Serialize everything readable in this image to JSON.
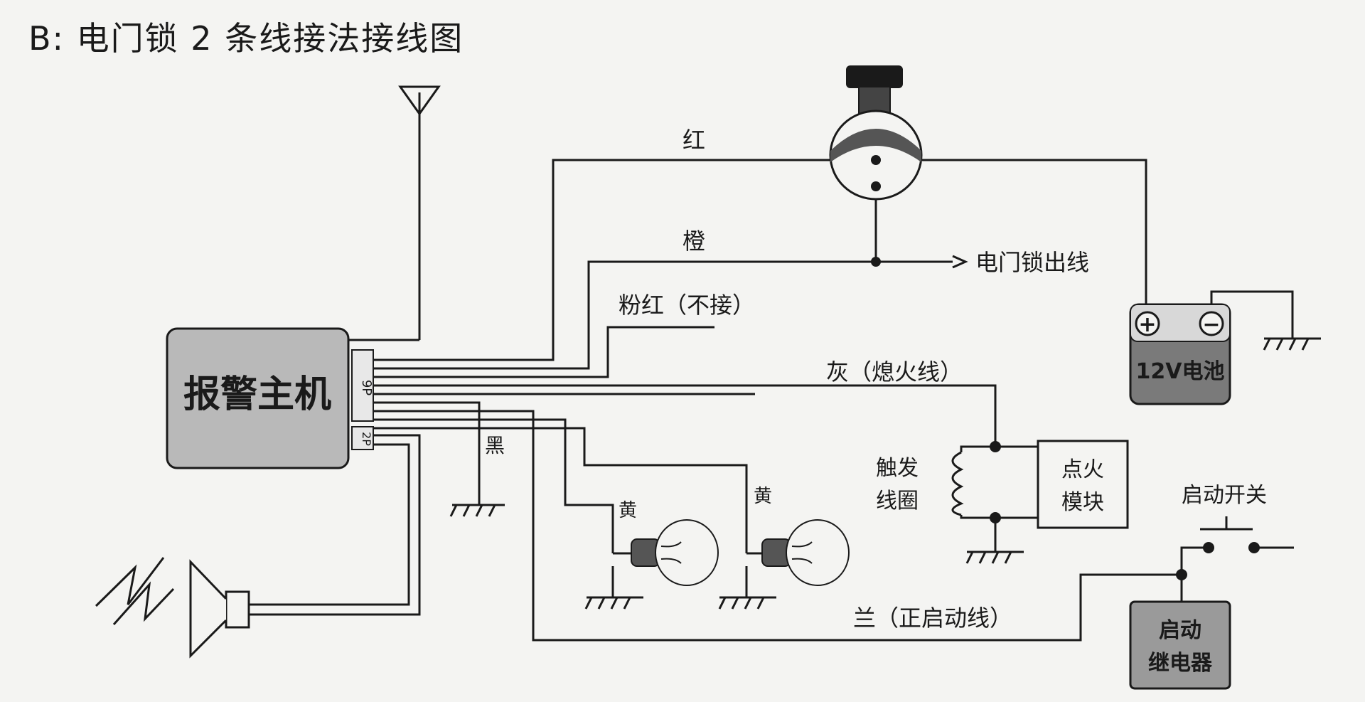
{
  "title": "B: 电门锁 2 条线接法接线图",
  "labels": {
    "alarm_host": "报警主机",
    "connector_9p": "9P",
    "connector_2p": "2P",
    "red": "红",
    "orange": "橙",
    "pink": "粉红（不接）",
    "gray": "灰（熄火线）",
    "black": "黑",
    "yellow_left": "黄",
    "yellow_right": "黄",
    "blue": "兰（正启动线）",
    "lock_output": "电门锁出线",
    "battery": "12V电池",
    "battery_plus": "+",
    "battery_minus": "−",
    "trigger_coil_l1": "触发",
    "trigger_coil_l2": "线圈",
    "ignition_l1": "点火",
    "ignition_l2": "模块",
    "start_switch": "启动开关",
    "relay_l1": "启动",
    "relay_l2": "继电器"
  },
  "colors": {
    "host_fill": "#b9b9b9",
    "battery_fill": "#7a7a7a",
    "relay_fill": "#9a9a9a",
    "line": "#1a1a1a",
    "connector_fill": "#555555"
  }
}
